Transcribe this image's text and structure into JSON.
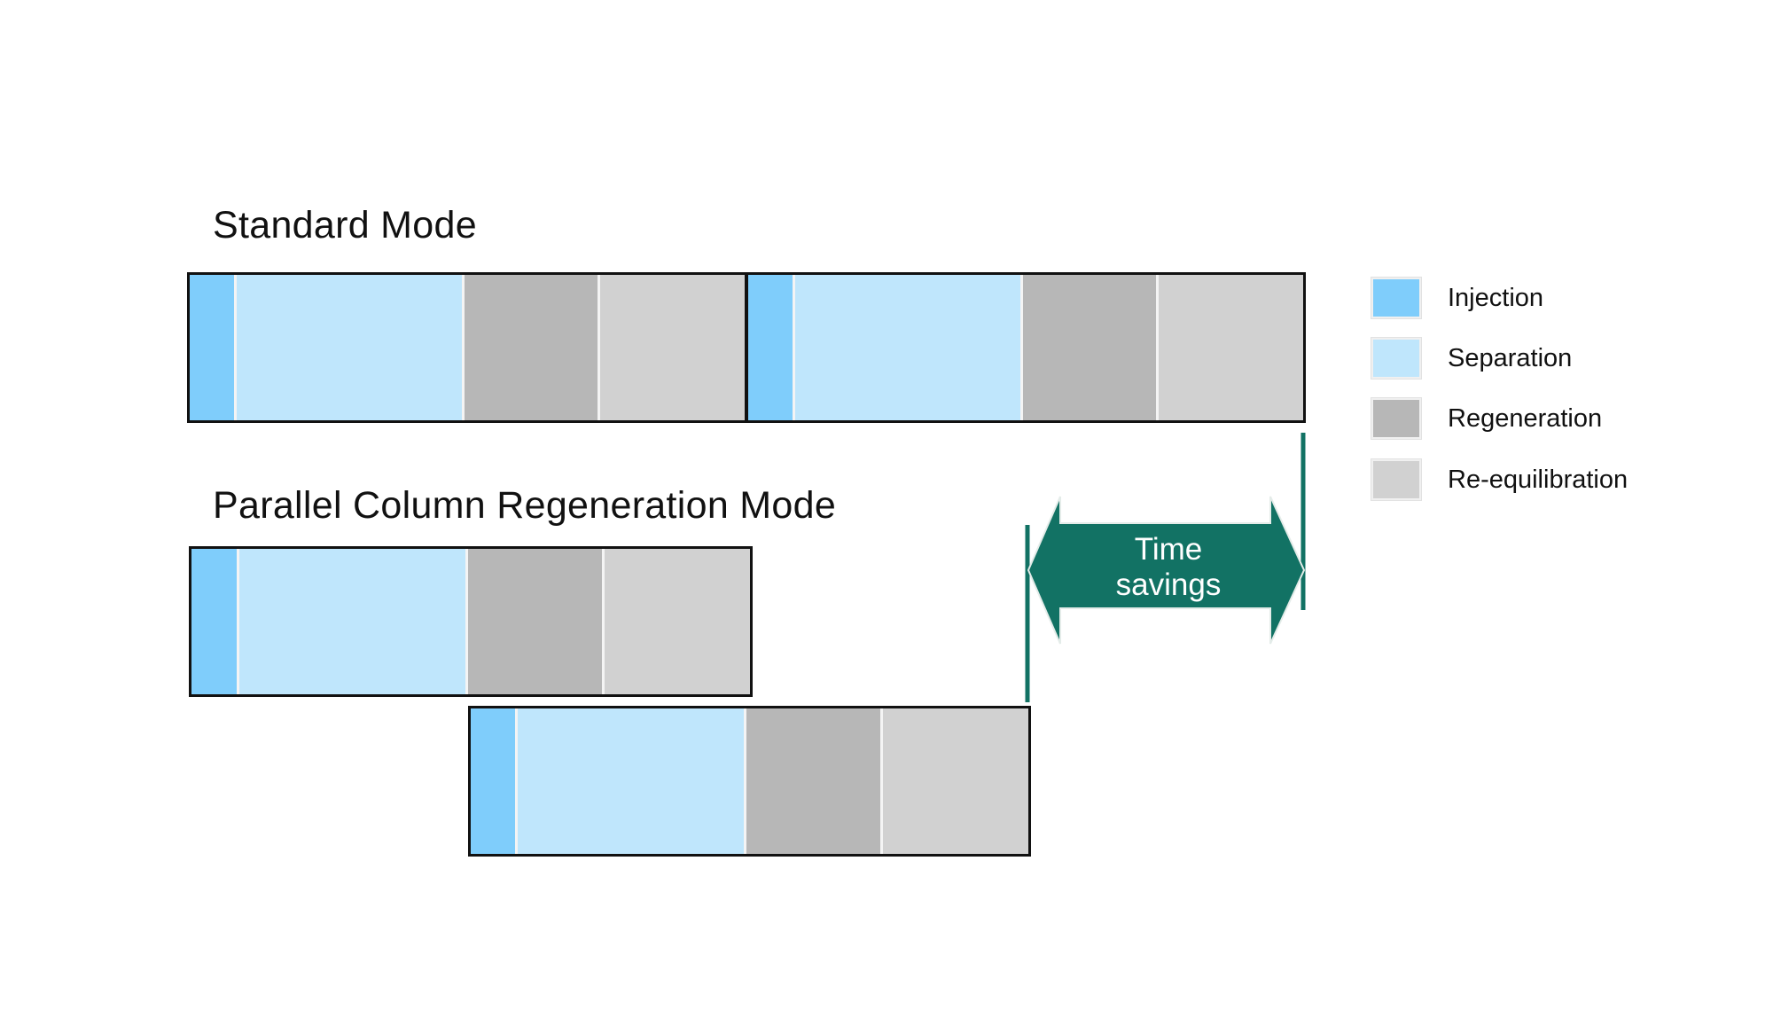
{
  "titles": {
    "standard": "Standard Mode",
    "parallel": "Parallel Column Regeneration Mode"
  },
  "legend": [
    {
      "label": "Injection",
      "color": "#7fcdfb"
    },
    {
      "label": "Separation",
      "color": "#bfe6fc"
    },
    {
      "label": "Regeneration",
      "color": "#b7b7b7"
    },
    {
      "label": "Re-equilibration",
      "color": "#d1d1d1"
    }
  ],
  "phase_colors": {
    "injection": "#7fcdfb",
    "separation": "#bfe6fc",
    "regeneration": "#b7b7b7",
    "reequilibration": "#d1d1d1"
  },
  "time_savings": {
    "line1": "Time",
    "line2": "savings",
    "color": "#127264"
  }
}
